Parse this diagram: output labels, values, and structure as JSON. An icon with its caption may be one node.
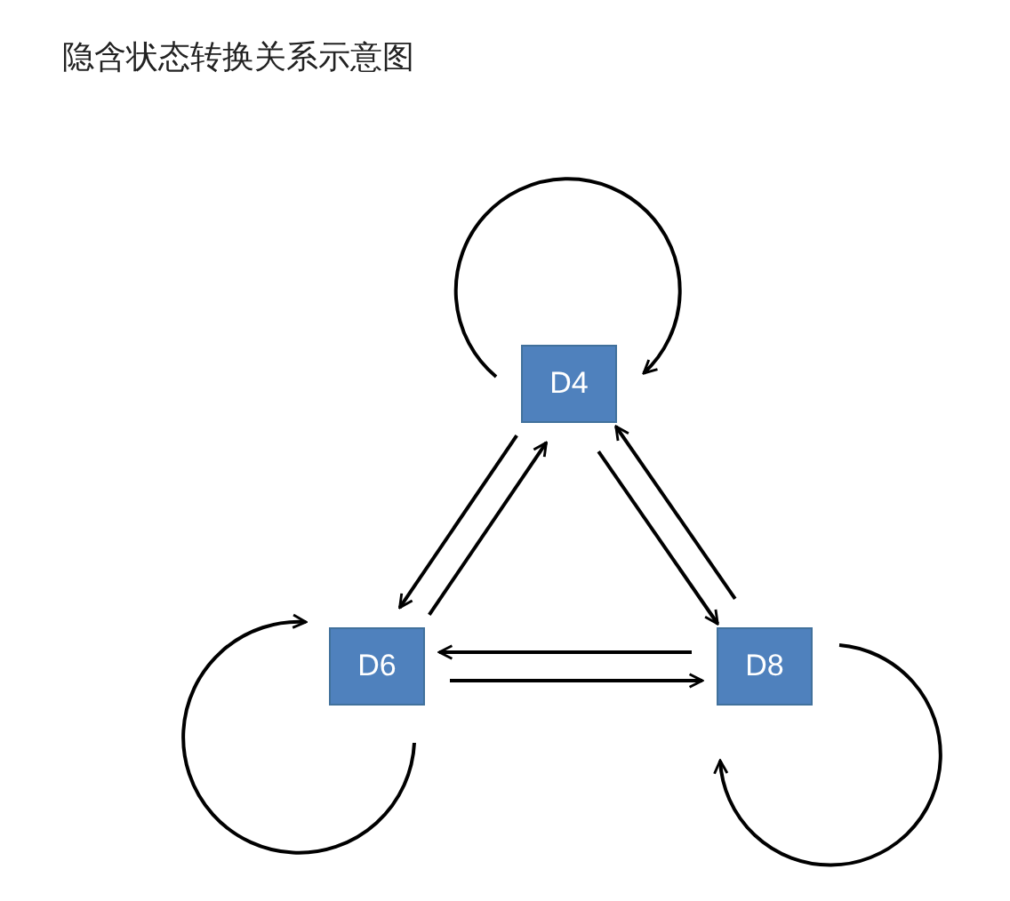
{
  "diagram": {
    "title": "隐含状态转换关系示意图",
    "nodes": [
      {
        "text": [
          "D4"
        ]
      },
      {
        "text": [
          "D6"
        ]
      },
      {
        "text": [
          "D8"
        ]
      }
    ],
    "edges": [
      {
        "from": 0,
        "to": 0,
        "arrow": "to"
      },
      {
        "from": 0,
        "to": 1,
        "arrow": "to"
      },
      {
        "from": 1,
        "to": 0,
        "arrow": "to"
      },
      {
        "from": 0,
        "to": 2,
        "arrow": "to"
      },
      {
        "from": 2,
        "to": 0,
        "arrow": "to"
      },
      {
        "from": 1,
        "to": 1,
        "arrow": "to"
      },
      {
        "from": 1,
        "to": 2,
        "arrow": "to"
      },
      {
        "from": 2,
        "to": 1,
        "arrow": "to"
      },
      {
        "from": 2,
        "to": 2,
        "arrow": "to"
      }
    ]
  }
}
